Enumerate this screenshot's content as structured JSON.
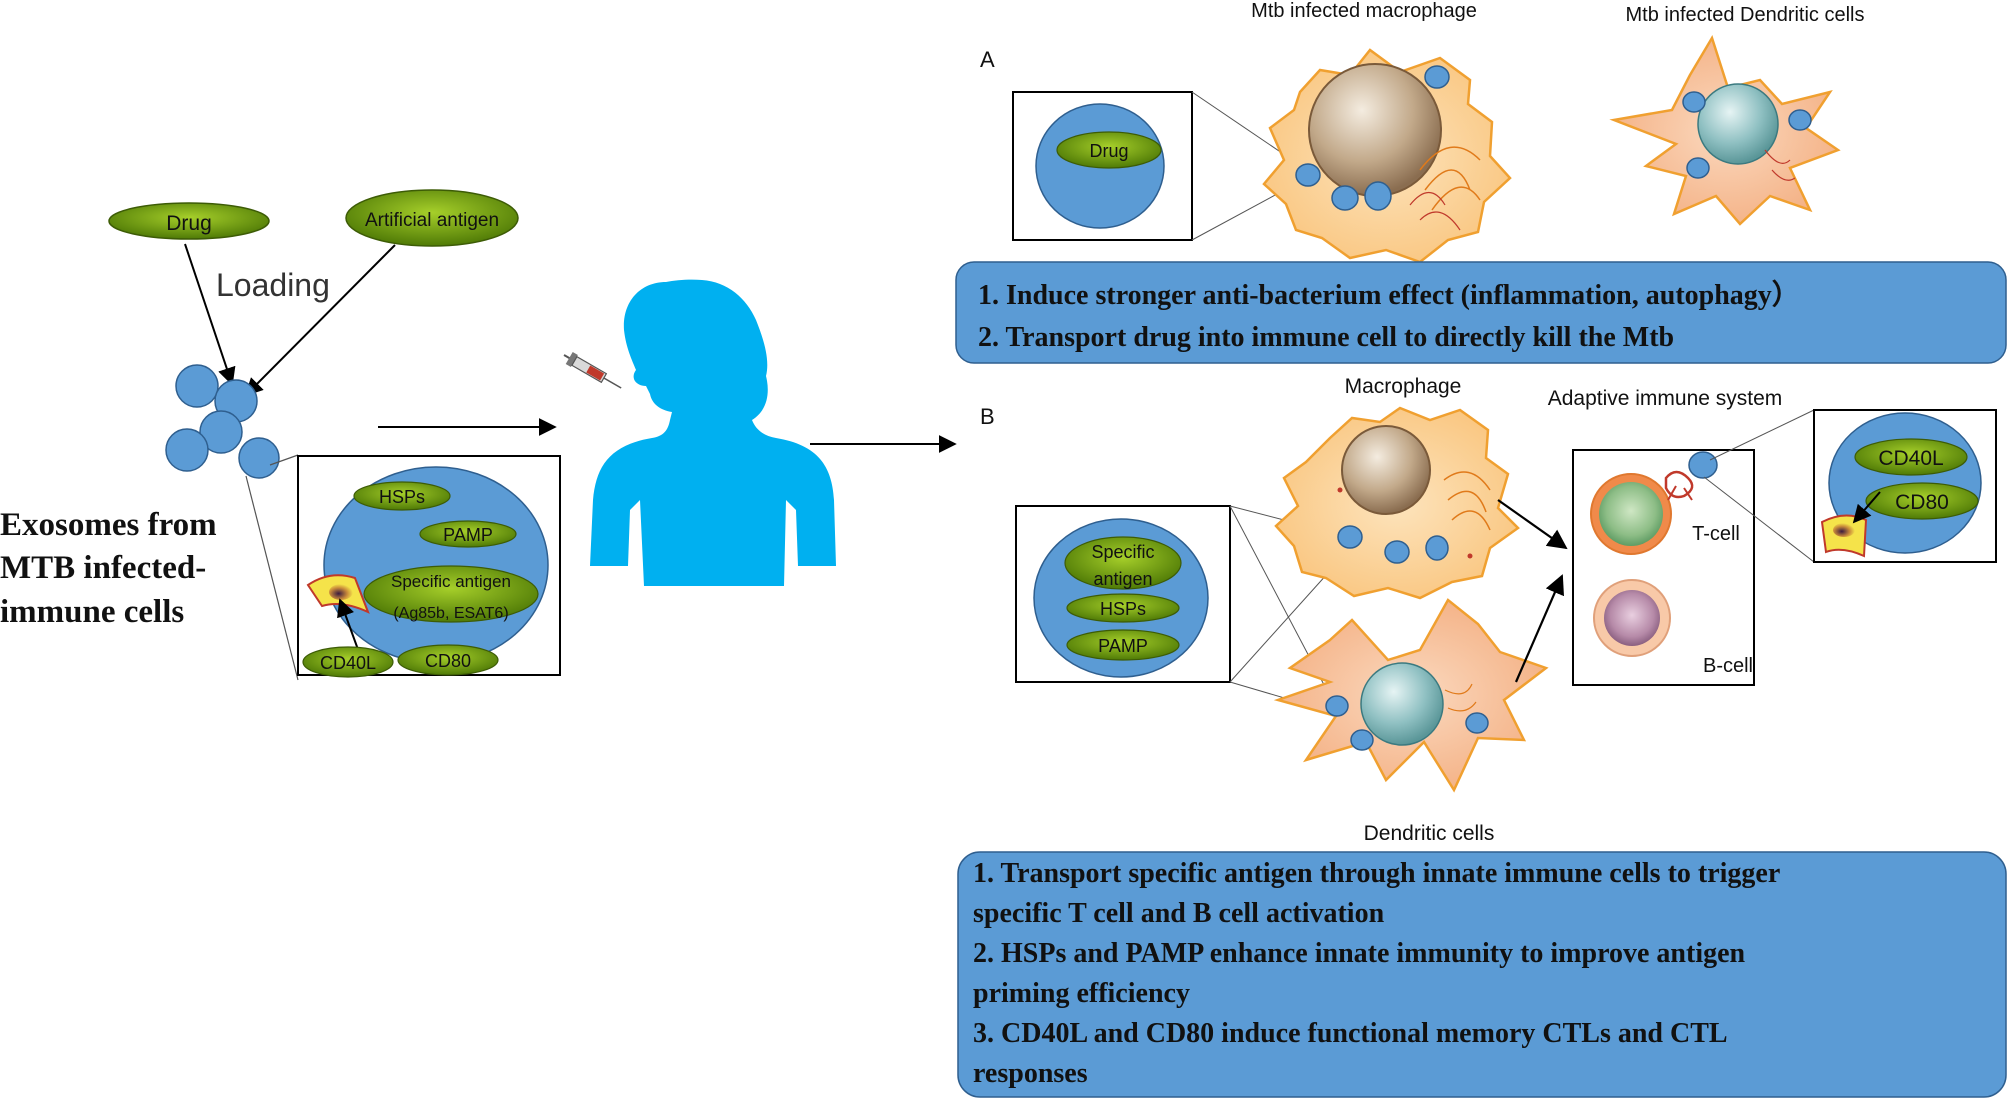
{
  "left": {
    "drug_label": "Drug",
    "artificial_antigen_label": "Artificial antigen",
    "loading_label": "Loading",
    "exosome_title_lines": [
      "Exosomes from",
      "MTB infected-",
      "immune cells"
    ],
    "inset": {
      "hsps": "HSPs",
      "pamp": "PAMP",
      "specific_antigen_line1": "Specific antigen",
      "specific_antigen_line2": "(Ag85b, ESAT6)",
      "cd40l": "CD40L",
      "cd80": "CD80"
    }
  },
  "panel_a": {
    "letter": "A",
    "macrophage_title": "Mtb infected macrophage",
    "dendritic_title": "Mtb infected Dendritic cells",
    "inset_drug": "Drug",
    "box_lines": [
      "1. Induce stronger anti-bacterium effect (inflammation, autophagy）",
      "2. Transport drug into immune cell to directly kill the Mtb"
    ]
  },
  "panel_b": {
    "letter": "B",
    "macrophage_title": "Macrophage",
    "adaptive_title": "Adaptive immune system",
    "dendritic_title": "Dendritic cells",
    "tcell_label": "T-cell",
    "bcell_label": "B-cell",
    "inset_specific_line1": "Specific",
    "inset_specific_line2": "antigen",
    "inset_hsps": "HSPs",
    "inset_pamp": "PAMP",
    "right_inset_cd40l": "CD40L",
    "right_inset_cd80": "CD80",
    "box_lines": [
      "1. Transport specific antigen through innate immune cells to trigger",
      "specific T cell and B cell activation",
      "2. HSPs and PAMP enhance innate immunity to improve antigen",
      "priming efficiency",
      "3. CD40L and CD80 induce functional memory CTLs and CTL",
      "responses"
    ]
  },
  "colors": {
    "exosome_blue": "#5b9bd5",
    "label_green": "#6d9a0d",
    "human_blue": "#00b0f0",
    "box_blue": "#5b9bd5",
    "cell_orange": "#fbd7a0",
    "cell_border": "#f0a030"
  }
}
